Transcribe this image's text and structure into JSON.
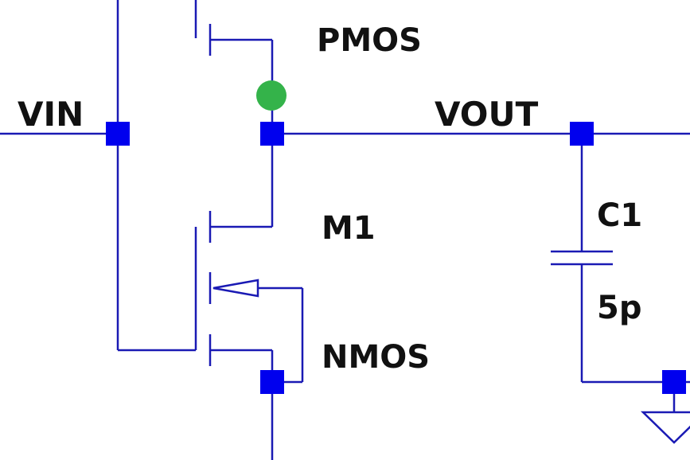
{
  "schematic": {
    "net_labels": {
      "input": "VIN",
      "output": "VOUT"
    },
    "components": {
      "pmos": {
        "model": "PMOS"
      },
      "nmos": {
        "name": "M1",
        "model": "NMOS"
      },
      "capacitor": {
        "name": "C1",
        "value": "5p"
      }
    },
    "colors": {
      "wire": "#1a1ab4",
      "junction": "#0000ee",
      "probe": "#34b34a",
      "text": "#111111",
      "background": "#ffffff"
    }
  }
}
